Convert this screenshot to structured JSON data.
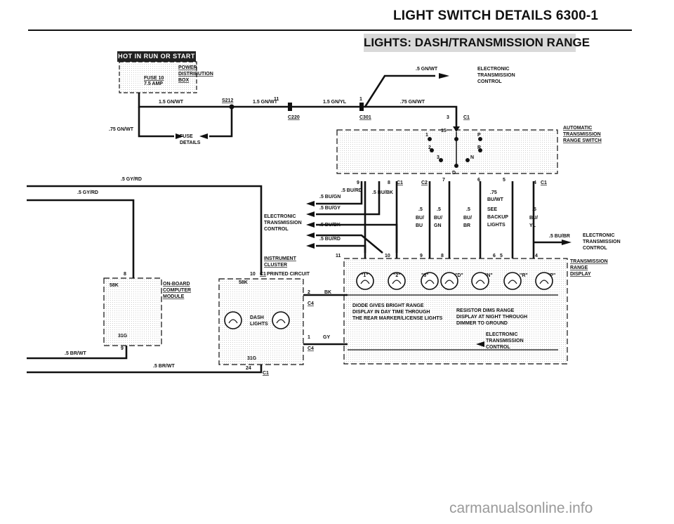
{
  "header": {
    "title": "LIGHT SWITCH DETAILS  6300-1"
  },
  "subheading": "LIGHTS: DASH/TRANSMISSION RANGE",
  "hot_tab": "HOT IN RUN OR START",
  "fuse": {
    "name": "FUSE 10",
    "rating": "7.5 AMP"
  },
  "power_box": [
    "POWER",
    "DISTRIBUTION",
    "BOX"
  ],
  "fuse_details": [
    "FUSE",
    "DETAILS"
  ],
  "wires": {
    "w1": "1.5 GN/WT",
    "s212": "S212",
    "w2": "1.5 GN/WT",
    "p11": "11",
    "c220": "C220",
    "w3": "1.5 GN/YL",
    "p1": "1",
    "c301": "C301",
    "w4": ".75 GN/WT",
    "w5": ".75 GN/WT",
    "w6": ".5 GN/WT",
    "p3": "3",
    "c1a": "C1",
    "gyrd1": ".5 GY/RD",
    "gyrd2": ".5 GY/RD",
    "brwt1": ".5 BR/WT",
    "brwt2": ".5 BR/WT",
    "burd1": ".5 BU/RD",
    "bugn": ".5 BU/GN",
    "bugy": ".5 BU/GY",
    "bubk": ".5 BU/BK",
    "burd2": ".5 BU/RD",
    "bubk2": ".5 BU/BK",
    "buwt": ".75 BU/WT",
    "bubr": ".5 BU/BR",
    "bk": "BK",
    "gy": "GY",
    "p2": "2",
    "p1b": "1",
    "c4a": "C4",
    "c4b": "C4"
  },
  "ecu_top": [
    "ELECTRONIC",
    "TRANSMISSION",
    "CONTROL"
  ],
  "ecu_left": [
    "ELECTRONIC",
    "TRANSMISSION",
    "CONTROL"
  ],
  "ecu_right": [
    "ELECTRONIC",
    "TRANSMISSION",
    "CONTROL"
  ],
  "ecu_inner": [
    "ELECTRONIC",
    "TRANSMISSION",
    "CONTROL"
  ],
  "range_switch": [
    "AUTOMATIC",
    "TRANSMISSION",
    "RANGE SWITCH"
  ],
  "switch_pins": [
    "1",
    "15",
    "P",
    "2",
    "R",
    "3",
    "N",
    "D"
  ],
  "c1c2_pins": [
    "9",
    "8",
    "C1",
    "C2",
    "7",
    "6",
    "5",
    "4",
    "C1"
  ],
  "wire_block": [
    {
      "a": ".5",
      "b": "BU/",
      "c": "BU"
    },
    {
      "a": ".5",
      "b": "BU/",
      "c": "GN"
    },
    {
      "a": ".5",
      "b": "BU/",
      "c": "BR"
    },
    {
      "a": ".5",
      "b": "BU/",
      "c": "YL"
    }
  ],
  "see_backup": [
    "SEE",
    "BACKUP",
    "LIGHTS"
  ],
  "display_pins": [
    "11",
    "10",
    "9",
    "8",
    "6",
    "5",
    "4"
  ],
  "display_labels": [
    "\"1\"",
    "\"2\"",
    "\"3\"",
    "\"D\"",
    "\"N\"",
    "\"R\"",
    "\"P\""
  ],
  "trans_display": [
    "TRANSMISSION",
    "RANGE",
    "DISPLAY"
  ],
  "diode_note": [
    "DIODE GIVES BRIGHT RANGE",
    "DISPLAY IN DAY TIME THROUGH",
    "THE REAR MARKER/LICENSE LIGHTS"
  ],
  "resistor_note": [
    "RESISTOR DIMS RANGE",
    "DISPLAY AT NIGHT THROUGH",
    "DIMMER TO GROUND"
  ],
  "instrument_cluster": [
    "INSTRUMENT",
    "CLUSTER",
    "PRINTED CIRCUIT"
  ],
  "cluster_pins": {
    "p10": "10",
    "c1": "C1",
    "k58": "58K",
    "k31": "31G",
    "p24": "24",
    "c1b": "C1"
  },
  "dash_lights": [
    "DASH",
    "LIGHTS"
  ],
  "obc": {
    "label": [
      "ON-BOARD",
      "COMPUTER",
      "MODULE"
    ],
    "k58": "58K",
    "k31": "31G",
    "p8": "8",
    "p9": "9"
  },
  "watermark": "carmanualsonline.info"
}
